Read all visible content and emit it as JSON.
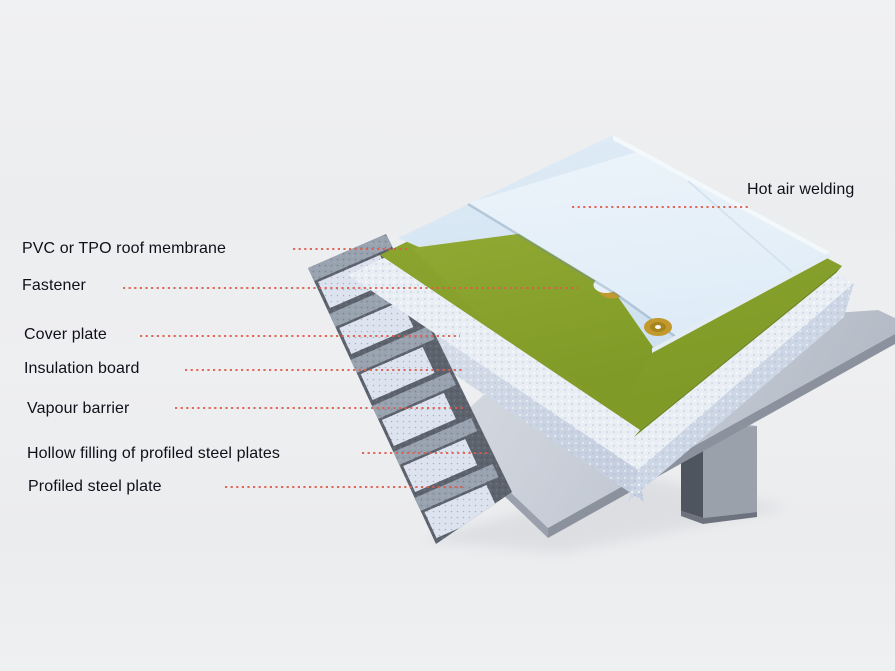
{
  "diagram": {
    "type": "roof-construction-cutaway",
    "labels": [
      {
        "key": "hot-air-welding",
        "text": "Hot air welding"
      },
      {
        "key": "pvc-membrane",
        "text": "PVC or TPO roof membrane"
      },
      {
        "key": "fastener",
        "text": "Fastener"
      },
      {
        "key": "cover-plate",
        "text": "Cover plate"
      },
      {
        "key": "insulation-board",
        "text": "Insulation board"
      },
      {
        "key": "vapour-barrier",
        "text": "Vapour barrier"
      },
      {
        "key": "hollow-filling",
        "text": "Hollow filling of profiled steel plates"
      },
      {
        "key": "profiled-steel-plate",
        "text": "Profiled steel plate"
      }
    ],
    "fasteners_visible": 2,
    "colors": {
      "background": "#eeeff1",
      "label_text": "#10101a",
      "leader_dots": "#e05a4c",
      "membrane_blue": "#d6e6f3",
      "membrane_overlay": "#e9f1f8",
      "cover_plate_green": "#87a02c",
      "cover_plate_green_dark": "#6f8a20",
      "insulation_foam": "#e9eef5",
      "insulation_foam_side": "#ccd6e5",
      "vapour_sheet": "#c9cfd9",
      "vapour_sheet_edge": "#8b929d",
      "steel_dark": "#5c636d",
      "steel_rib": "#99a2af",
      "hollow_foam_block": "#dde4f0",
      "fastener_gold": "#c2992c",
      "purlin_gray": "#9aa1ab"
    }
  }
}
